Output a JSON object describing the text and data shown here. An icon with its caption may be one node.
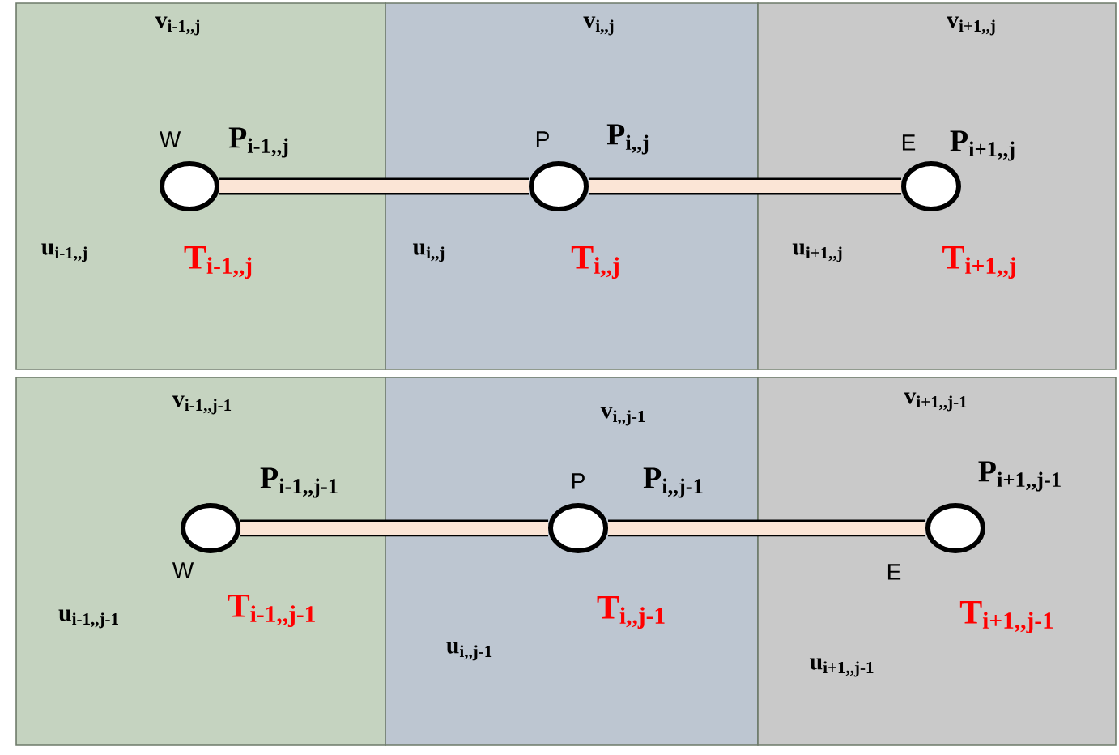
{
  "diagram": {
    "nodes": [
      {
        "text": [
          "v$_{i-1,,j}$",
          "u$_{i-1,,j}$"
        ]
      },
      {
        "text": [
          "v$_{i,,j}$",
          "u$_{i,,j}$"
        ]
      },
      {
        "text": [
          "v$_{i+1,,j}$",
          "u$_{i+1,,j}$"
        ]
      },
      {
        "text": [
          "v$_{i-1,,j-1}$",
          "u$_{i-1,,j-1}$"
        ]
      },
      {
        "text": [
          "v$_{i,,j-1}$",
          "u$_{i,,j-1}$"
        ]
      },
      {
        "text": [
          "v$_{i+1,,j-1}$",
          "u$_{i+1,,j-1}$"
        ]
      },
      {
        "text": [],
        "shape": "circle",
        "in": 0,
        "beside": [
          "W",
          "P$_{i-1,,j}$",
          "T$_{i-1,,j}$"
        ]
      },
      {
        "text": [],
        "shape": "circle",
        "in": 1,
        "beside": [
          "P",
          "P$_{i,,j}$",
          "T$_{i,,j}$"
        ]
      },
      {
        "text": [],
        "shape": "circle",
        "in": 2,
        "beside": [
          "E",
          "P$_{i+1,,j}$",
          "T$_{i+1,,j}$"
        ]
      },
      {
        "text": [],
        "shape": "circle",
        "in": 3,
        "beside": [
          "P$_{i-1,,j-1}$",
          "W",
          "T$_{i-1,,j-1}$"
        ]
      },
      {
        "text": [],
        "shape": "circle",
        "in": 4,
        "beside": [
          "P",
          "P$_{i,,j-1}$",
          "T$_{i,,j-1}$"
        ]
      },
      {
        "text": [],
        "shape": "circle",
        "in": 5,
        "beside": [
          "P$_{i+1,,j-1}$",
          "E",
          "T$_{i+1,,j-1}$"
        ]
      }
    ],
    "edges": [
      {
        "from": 6,
        "to": 7,
        "arrow": "none"
      },
      {
        "from": 7,
        "to": 8,
        "arrow": "none"
      },
      {
        "from": 9,
        "to": 10,
        "arrow": "none"
      },
      {
        "from": 10,
        "to": 11,
        "arrow": "none"
      }
    ]
  }
}
